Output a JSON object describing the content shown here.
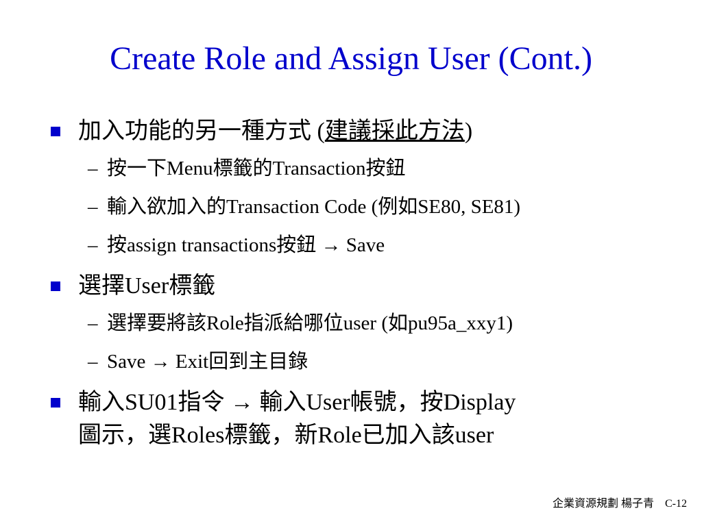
{
  "slide": {
    "title": "Create Role and Assign User (Cont.)",
    "bullets": [
      {
        "text_prefix": "加入功能的另一種方式 (",
        "text_underlined": "建議採此方法",
        "text_suffix": ")",
        "subs": [
          "按一下Menu標籤的Transaction按鈕",
          "輸入欲加入的Transaction Code (例如SE80, SE81)",
          "按assign transactions按鈕 → Save"
        ]
      },
      {
        "text": "選擇User標籤",
        "subs": [
          "選擇要將該Role指派給哪位user (如pu95a_xxy1)",
          "Save → Exit回到主目錄"
        ]
      },
      {
        "line1": "輸入SU01指令 → 輸入User帳號，按Display",
        "line2": "圖示，選Roles標籤，新Role已加入該user"
      }
    ],
    "footer": {
      "course": "企業資源規劃 楊子青",
      "page": "C-12"
    },
    "colors": {
      "title": "#0000cc",
      "bullet_marker": "#0000cc",
      "text": "#000000",
      "background": "#ffffff"
    }
  }
}
